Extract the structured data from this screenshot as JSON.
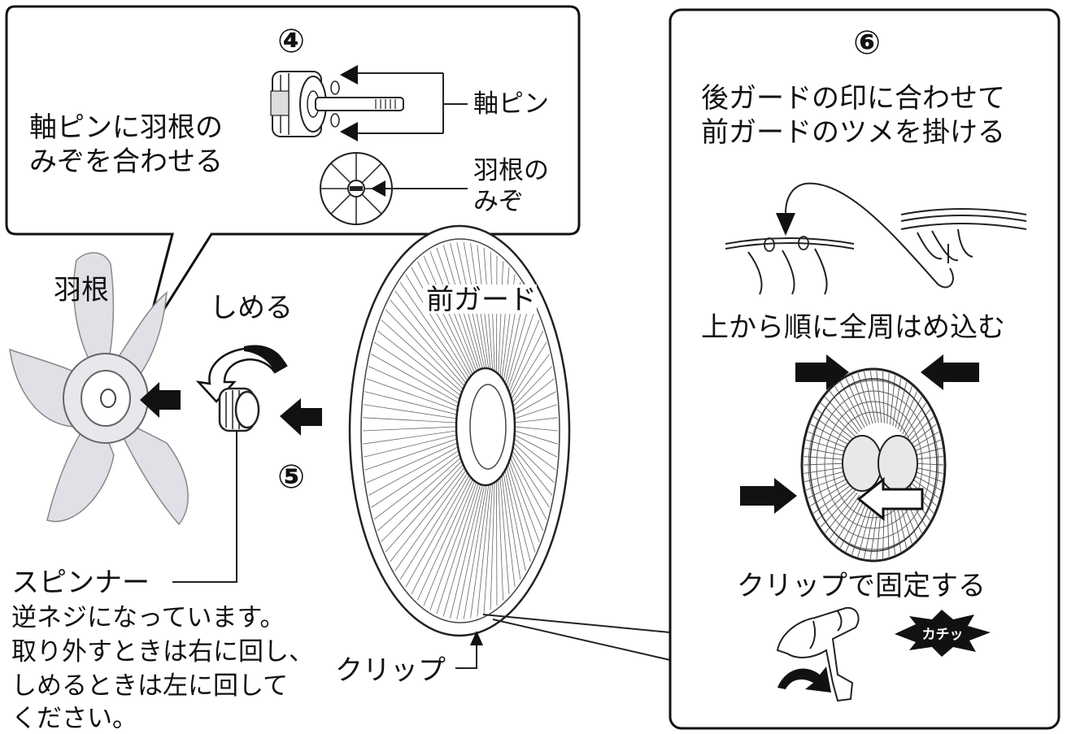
{
  "step4": {
    "number": "④",
    "instruction": [
      "軸ピンに羽根の",
      "みぞを合わせる"
    ],
    "shaft_pin_label": "軸ピン",
    "blade_groove_label": [
      "羽根の",
      "みぞ"
    ]
  },
  "step5": {
    "number": "⑤",
    "blade_label": "羽根",
    "tighten_label": "しめる",
    "front_guard_label": "前ガード",
    "spinner_label": "スピンナー",
    "spinner_note": [
      "逆ネジになっています。",
      "取り外すときは右に回し、",
      "しめるときは左に回して",
      "ください。"
    ],
    "clip_label": "クリップ"
  },
  "step6": {
    "number": "⑥",
    "instruction": [
      "後ガードの印に合わせて",
      "前ガードのツメを掛ける"
    ],
    "fit_label": "上から順に全周はめ込む",
    "clip_instruction": "クリップで固定する",
    "click_sound": "カチッ"
  },
  "colors": {
    "line": "#111111",
    "blade": "#dfe1e6",
    "background": "#ffffff"
  }
}
